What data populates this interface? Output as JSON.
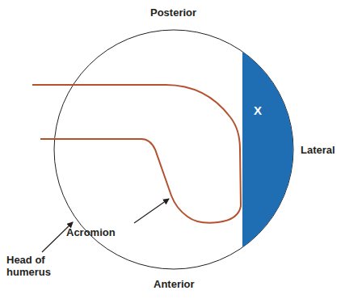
{
  "diagram": {
    "nodes": [
      {
        "text": [
          "X"
        ]
      }
    ],
    "labels": [
      "Posterior",
      "Lateral",
      "Acromion",
      "Head of humerus",
      "Anterior"
    ]
  }
}
